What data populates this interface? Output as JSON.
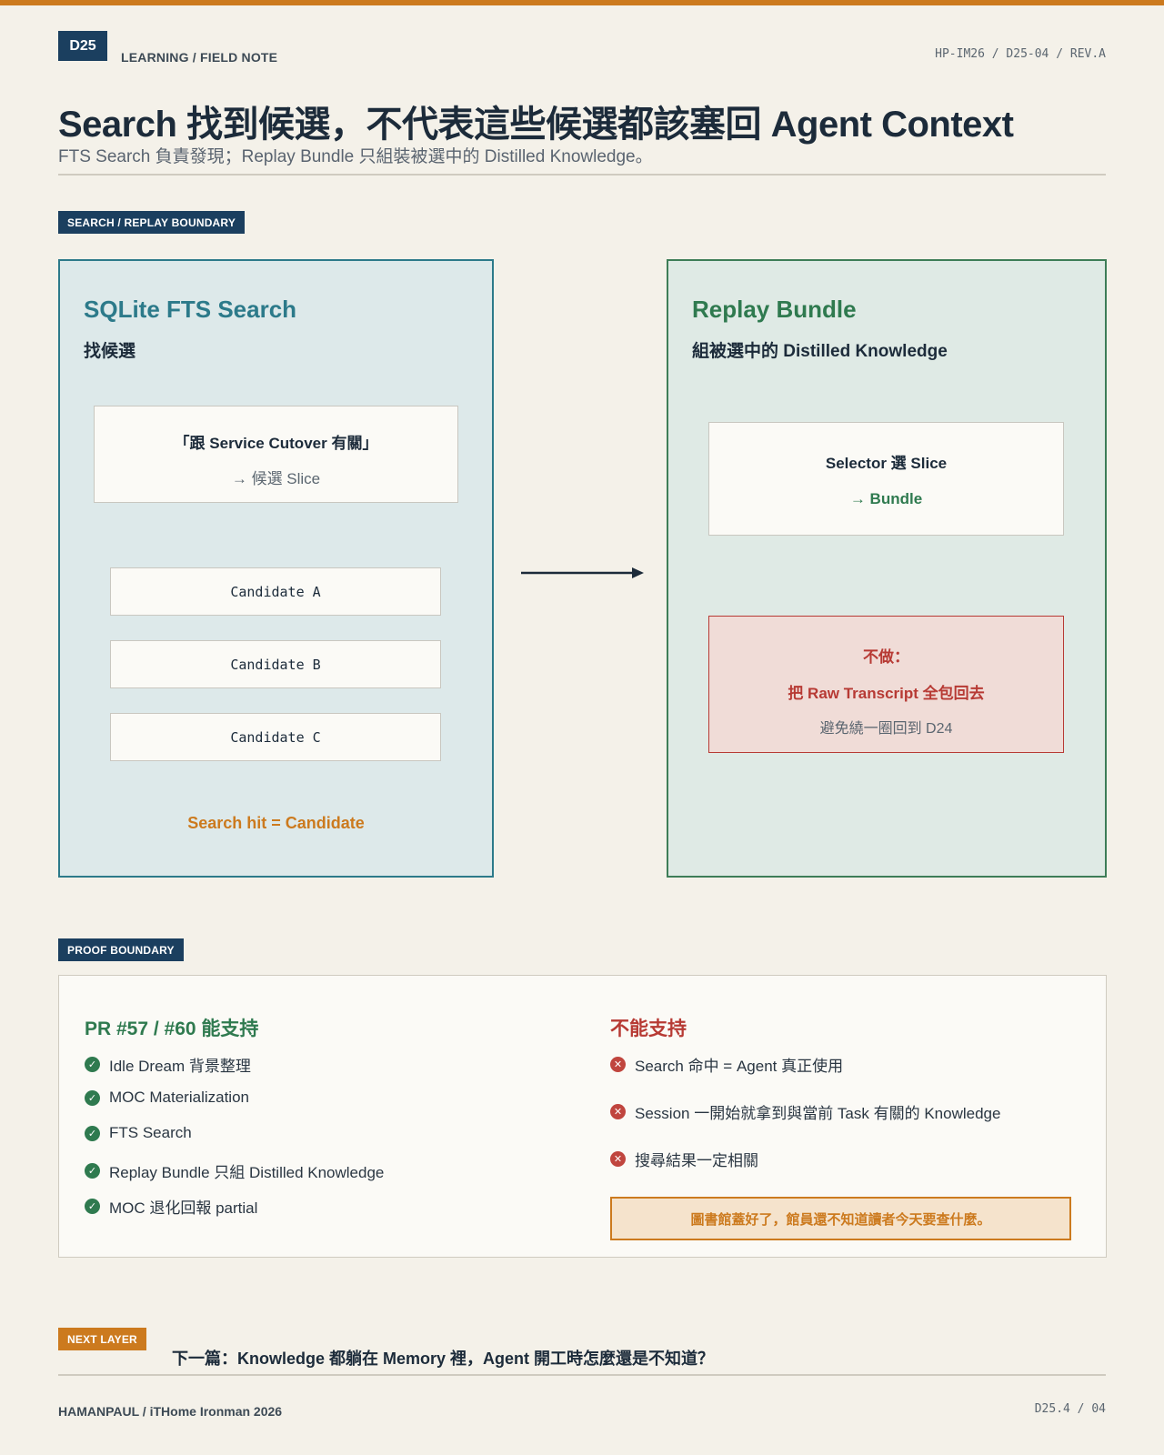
{
  "header": {
    "badge": "D25",
    "kicker": "LEARNING / FIELD NOTE",
    "ref": "HP-IM26 / D25-04 / REV.A",
    "title": "Search 找到候選，不代表這些候選都該塞回 Agent Context",
    "subtitle": "FTS Search 負責發現；Replay Bundle 只組裝被選中的 Distilled Knowledge。"
  },
  "section1": {
    "tag": "SEARCH / REPLAY BOUNDARY",
    "left": {
      "heading": "SQLite FTS Search",
      "sub": "找候選",
      "query_line1": "「跟 Service Cutover 有關」",
      "query_line2": "→ 候選 Slice",
      "candidates": [
        "Candidate A",
        "Candidate B",
        "Candidate C"
      ],
      "hit": "Search hit = Candidate"
    },
    "right": {
      "heading": "Replay Bundle",
      "sub": "組被選中的 Distilled Knowledge",
      "selector_line1": "Selector 選 Slice",
      "selector_line2": "→ Bundle",
      "warn_line1": "不做：",
      "warn_line2": "把 Raw Transcript 全包回去",
      "warn_line3": "避免繞一圈回到 D24"
    }
  },
  "section2": {
    "tag": "PROOF BOUNDARY",
    "supports_heading": "PR #57 / #60 能支持",
    "supports": [
      "Idle Dream 背景整理",
      "MOC Materialization",
      "FTS Search",
      "Replay Bundle 只組 Distilled Knowledge",
      "MOC 退化回報 partial"
    ],
    "not_heading": "不能支持",
    "not_supports": [
      "Search 命中 = Agent 真正使用",
      "Session 一開始就拿到與當前 Task 有關的 Knowledge",
      "搜尋結果一定相關"
    ],
    "quote": "圖書館蓋好了，館員還不知道讀者今天要查什麼。"
  },
  "next": {
    "tag": "NEXT LAYER",
    "text": "下一篇：Knowledge 都躺在 Memory 裡，Agent 開工時怎麼還是不知道？"
  },
  "footer": {
    "left": "HAMANPAUL / iTHome Ironman 2026",
    "right": "D25.4 / 04"
  },
  "icons": {
    "check": "check-circle-icon",
    "cross": "x-circle-icon"
  },
  "colors": {
    "accent": "#cc7a1e",
    "navy": "#1b3f5f",
    "teal": "#2c7a8a",
    "green": "#2f7a4f",
    "red": "#b73a34"
  }
}
